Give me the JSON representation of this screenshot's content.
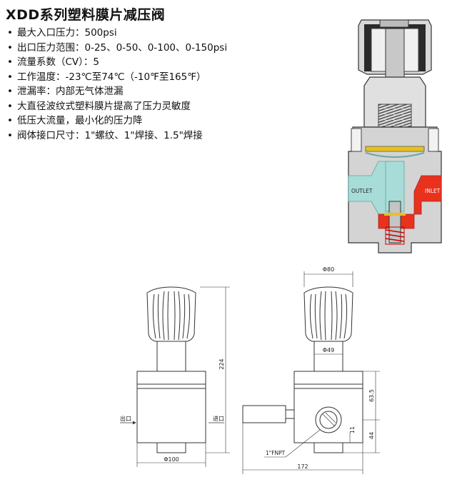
{
  "title": "XDD系列塑料膜片减压阀",
  "specs": [
    "最大入口压力：500psi",
    "出口压力范围：0-25、0-50、0-100、0-150psi",
    "流量系数（CV）：5",
    "工作温度：-23℃至74℃（-10℉至165℉）",
    "泄漏率：内部无气体泄漏",
    "大直径波纹式塑料膜片提高了压力灵敏度",
    "低压大流量，最小化的压力降",
    "阀体接口尺寸：1\"螺纹、1\"焊接、1.5\"焊接"
  ],
  "bullet": "•",
  "cross_section": {
    "outlet_label": "OUTLET",
    "inlet_label": "INLET",
    "colors": {
      "outlet_fluid": "#a8dcd8",
      "inlet_fluid": "#e8321e",
      "body": "#d4d4d4",
      "seal": "#e8c020"
    }
  },
  "front_view": {
    "height_dim": "224",
    "diameter_dim": "Φ100",
    "outlet_port": "出口",
    "inlet_port": "进口"
  },
  "side_view": {
    "knob_dim": "Φ80",
    "stem_dim": "Φ49",
    "upper_dim": "63.5",
    "port_height_dim": "44",
    "port_offset_dim": "11",
    "width_dim": "172",
    "thread_label": "1\"FNPT"
  }
}
